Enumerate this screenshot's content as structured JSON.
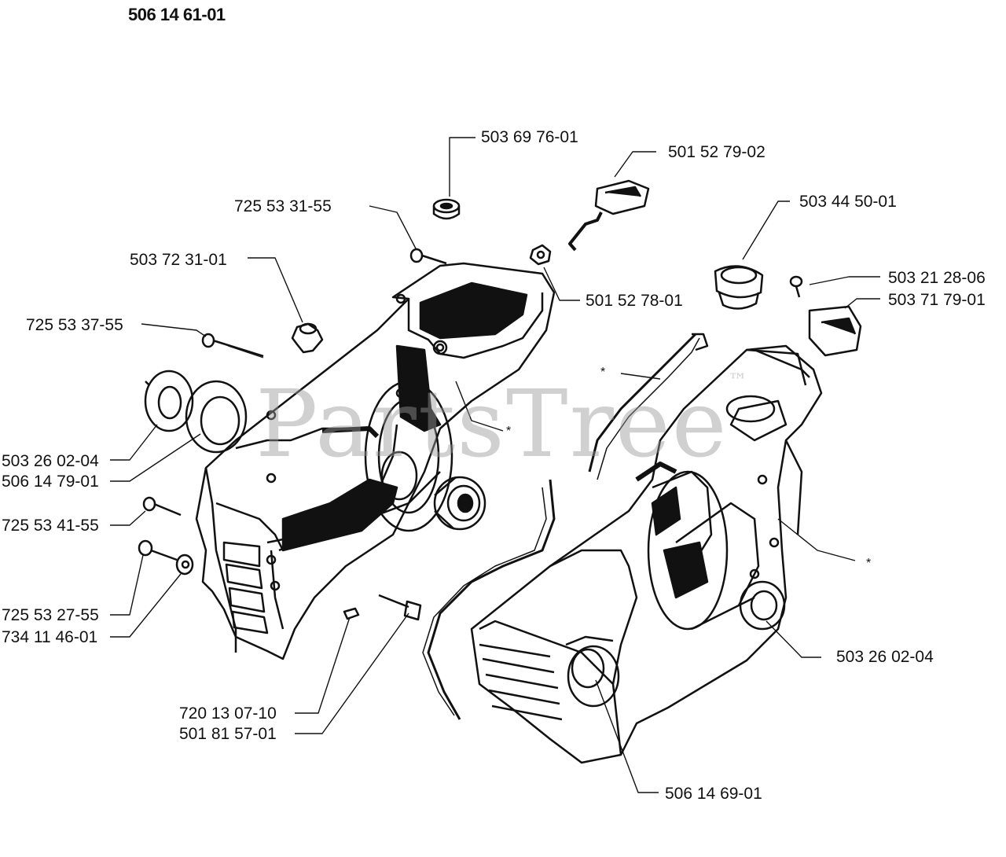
{
  "title": "506 14 61-01",
  "watermark": "PartsTree",
  "watermark_tm": "™",
  "labels": {
    "p503697601": "503 69 76-01",
    "p501527902": "501 52 79-02",
    "p725533155": "725 53 31-55",
    "p503445001": "503 44 50-01",
    "p503723101": "503 72 31-01",
    "p503212806": "503 21 28-06",
    "p501527801": "501 52 78-01",
    "p503717901": "503 71 79-01",
    "p725533755": "725 53 37-55",
    "p503260204a": "503 26 02-04",
    "p506147901": "506 14 79-01",
    "p725534155": "725 53 41-55",
    "p725532755": "725 53 27-55",
    "p734114601": "734 11 46-01",
    "p503260204b": "503 26 02-04",
    "p720130710": "720 13 07-10",
    "p501815701": "501 81 57-01",
    "p506146901": "506 14 69-01"
  },
  "stars": {
    "s1": "*",
    "s2": "*",
    "s3": "*"
  }
}
